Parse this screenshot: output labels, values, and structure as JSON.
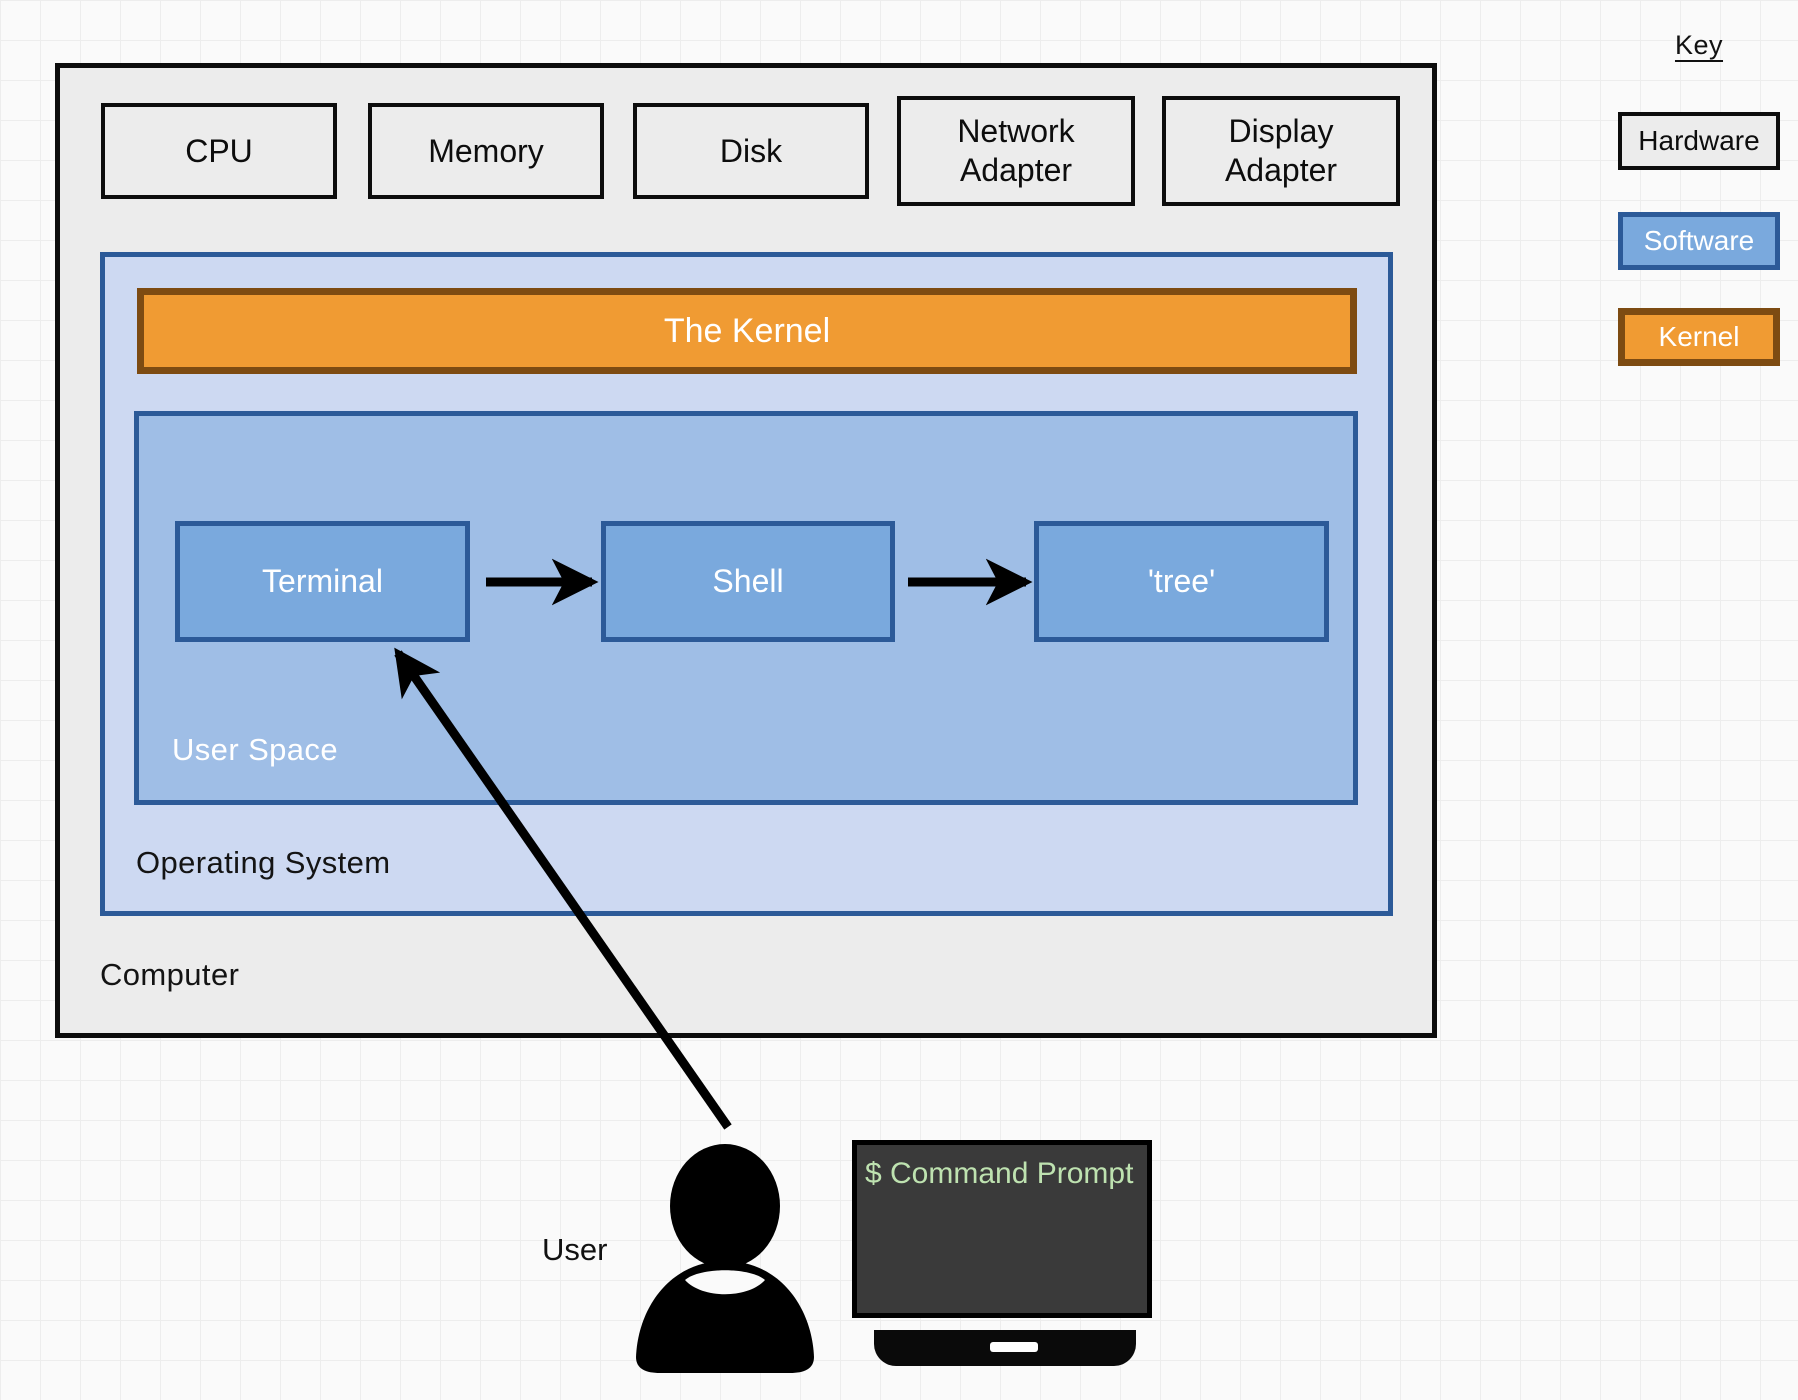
{
  "diagram": {
    "title": "Computer / Operating System layered architecture",
    "computer": {
      "label": "Computer",
      "hardware": [
        {
          "name": "cpu",
          "label": "CPU"
        },
        {
          "name": "memory",
          "label": "Memory"
        },
        {
          "name": "disk",
          "label": "Disk"
        },
        {
          "name": "network-adapter",
          "label": "Network\nAdapter"
        },
        {
          "name": "display-adapter",
          "label": "Display\nAdapter"
        }
      ],
      "operating_system": {
        "label": "Operating System",
        "kernel": {
          "label": "The Kernel"
        },
        "user_space": {
          "label": "User Space",
          "processes": [
            {
              "name": "terminal",
              "label": "Terminal"
            },
            {
              "name": "shell",
              "label": "Shell"
            },
            {
              "name": "tree",
              "label": "'tree'"
            }
          ],
          "flow": [
            "Terminal",
            "Shell",
            "'tree'"
          ]
        }
      }
    },
    "user": {
      "label": "User",
      "icon": "person-icon",
      "arrow_to": "Terminal"
    },
    "monitor": {
      "icon": "monitor-icon",
      "screen_text": "$ Command Prompt"
    }
  },
  "key": {
    "title": "Key",
    "items": [
      {
        "name": "hardware",
        "label": "Hardware",
        "fill": "#ececec",
        "border": "#0d0d0d",
        "text": "#0d0d0d"
      },
      {
        "name": "software",
        "label": "Software",
        "fill": "#7AA9DD",
        "border": "#2C5A98",
        "text": "#ffffff"
      },
      {
        "name": "kernel",
        "label": "Kernel",
        "fill": "#F09B33",
        "border": "#7D4B12",
        "text": "#ffffff"
      }
    ]
  },
  "colors": {
    "canvas": "#fafafa",
    "grid_line": "#ededed",
    "hardware_fill": "#ececec",
    "hardware_border": "#0d0d0d",
    "os_fill": "#CDD9F2",
    "os_border": "#2C5A98",
    "userspace_fill": "#9FBEE6",
    "software_fill": "#7AA9DD",
    "software_border": "#2C5A98",
    "kernel_fill": "#F09B33",
    "kernel_border": "#7D4B12",
    "terminal_screen": "#3a3a3a",
    "terminal_text": "#BEE2B0",
    "arrow": "#000000"
  }
}
